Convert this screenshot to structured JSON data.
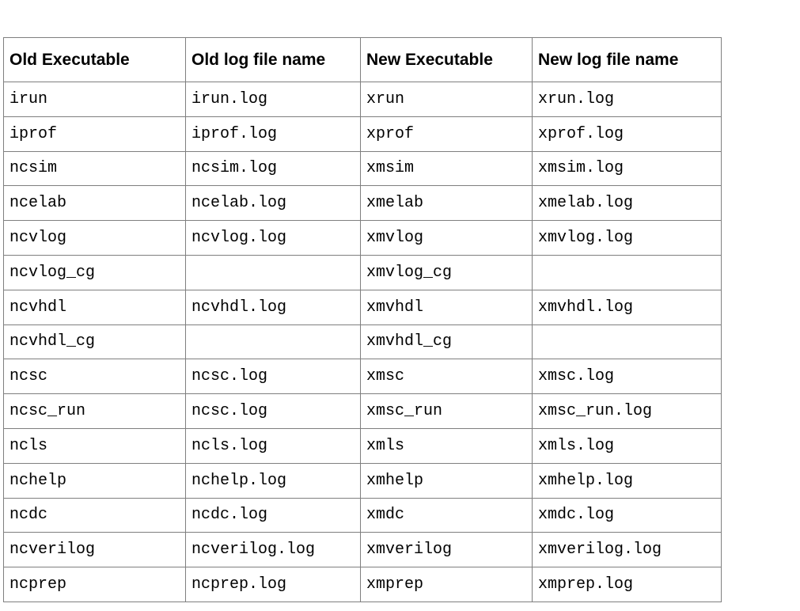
{
  "table": {
    "headers": [
      "Old Executable",
      "Old log file name",
      "New Executable",
      "New log file name"
    ],
    "rows": [
      [
        "irun",
        "irun.log",
        "xrun",
        "xrun.log"
      ],
      [
        "iprof",
        "iprof.log",
        "xprof",
        "xprof.log"
      ],
      [
        "ncsim",
        "ncsim.log",
        "xmsim",
        "xmsim.log"
      ],
      [
        "ncelab",
        "ncelab.log",
        "xmelab",
        "xmelab.log"
      ],
      [
        "ncvlog",
        "ncvlog.log",
        "xmvlog",
        "xmvlog.log"
      ],
      [
        "ncvlog_cg",
        "",
        "xmvlog_cg",
        ""
      ],
      [
        "ncvhdl",
        "ncvhdl.log",
        "xmvhdl",
        "xmvhdl.log"
      ],
      [
        "ncvhdl_cg",
        "",
        "xmvhdl_cg",
        ""
      ],
      [
        "ncsc",
        "ncsc.log",
        "xmsc",
        "xmsc.log"
      ],
      [
        "ncsc_run",
        "ncsc.log",
        "xmsc_run",
        "xmsc_run.log"
      ],
      [
        "ncls",
        "ncls.log",
        "xmls",
        "xmls.log"
      ],
      [
        "nchelp",
        "nchelp.log",
        "xmhelp",
        "xmhelp.log"
      ],
      [
        "ncdc",
        "ncdc.log",
        "xmdc",
        "xmdc.log"
      ],
      [
        "ncverilog",
        "ncverilog.log",
        "xmverilog",
        "xmverilog.log"
      ],
      [
        "ncprep",
        "ncprep.log",
        "xmprep",
        "xmprep.log"
      ]
    ]
  }
}
